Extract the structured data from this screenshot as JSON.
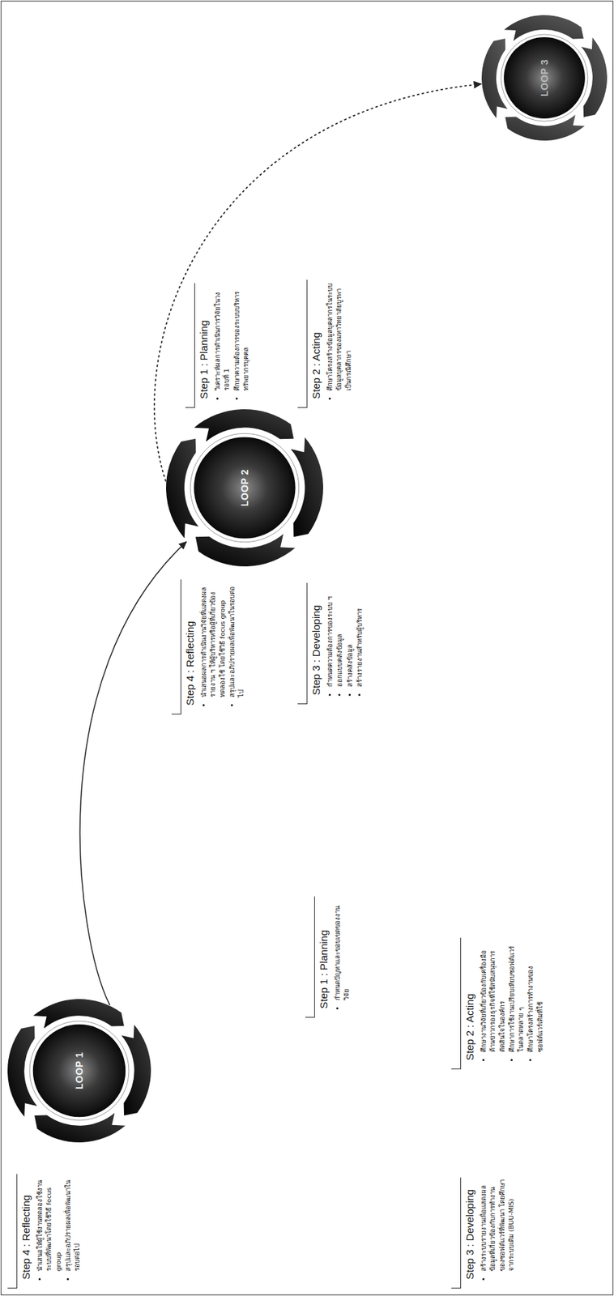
{
  "diagram": {
    "nodes": [
      {
        "text": [
          "LOOP 1"
        ]
      },
      {
        "text": [
          "Step 1 : Planning",
          "กำหนดปัญหาและขอบเขตของงานวิจัย"
        ]
      },
      {
        "text": [
          "Step 2 : Acting",
          "ศึกษางานวิจัยที่เกี่ยวข้องกับเครื่องมือด้านข่าวกรองธุรกิจที่ใช้สนับสนุนการตัดสินใจในองค์กร",
          "ศึกษาการใช้งานเปรียบเทียบซอฟต์แวร์ในตลาดหลาย ๆ",
          "ศึกษาโครงสร้างการทำงานของซอฟต์แวร์เดิมที่ใช้"
        ]
      },
      {
        "text": [
          "Step 3 : Developing",
          "สร้างระบบรายงานเพื่อแสดงผลข้อมูลที่เกี่ยวข้องกับการทำงานของซอฟต์แวร์ที่พัฒนา โดยศึกษาจากระบบเดิม (BUU-MIS)"
        ]
      },
      {
        "text": [
          "Step 4 : Reflecting",
          "นำเสนอให้ผู้ใช้งานทดลองใช้งานระบบที่พัฒนาโดยใช้วิธี focus group",
          "สรุปและอภิปรายผลเพื่อพัฒนาในรอบต่อไป"
        ]
      },
      {
        "text": [
          "LOOP 2"
        ]
      },
      {
        "text": [
          "Step 1 : Planning",
          "วิเคราะห์ผลการดำเนินการวิจัยในวงรอบที่ 1",
          "ศึกษาความต้องการของระบบบริหารทรัพยากรบุคคล"
        ]
      },
      {
        "text": [
          "Step 2 : Acting",
          "ศึกษาโครงสร้างข้อมูลบุคลากรในระบบข้อมูลบุคลากรของมหาวิทยาลัยบูรพาเป็นกรณีศึกษา"
        ]
      },
      {
        "text": [
          "Step 3 : Developing",
          "กำหนดความต้องการของระบบ ฯ",
          "ออกแบบคลังข้อมูล",
          "สร้างคลังข้อมูล",
          "สร้างรายงานสำหรับผู้บริหาร"
        ]
      },
      {
        "text": [
          "Step 4 : Reflecting",
          "นำเสนอผลการดำเนินงานวิจัยที่แสดงผลรายงาน ฯ ให้ผู้บริหารหรือผู้ที่เกี่ยวข้องทดลองใช้ โดยใช้วิธี focus group",
          "สรุปและอภิปรายผลเพื่อพัฒนาในรอบต่อไป"
        ]
      },
      {
        "text": [
          "LOOP 3"
        ]
      }
    ],
    "edges": [
      {
        "from": 0,
        "to": 5,
        "arrow": "to"
      },
      {
        "from": 5,
        "to": 10,
        "arrow": "to"
      }
    ]
  }
}
